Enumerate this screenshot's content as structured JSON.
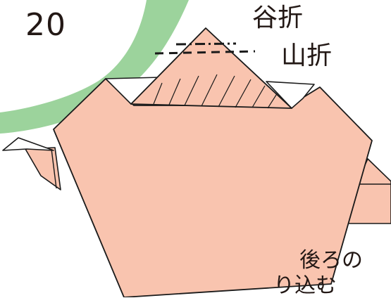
{
  "diagram": {
    "step_number": "20",
    "labels": {
      "valley_fold": "谷折",
      "mountain_fold": "山折",
      "note_line1": "後ろの",
      "note_line2": "り込む"
    },
    "colors": {
      "paper": "#F9C4AF",
      "paper_dark": "#F4B39B",
      "green_band": "#9CD39C",
      "flap_white": "#FFFFFF",
      "outline": "#1A1A1A",
      "text": "#231815"
    }
  }
}
